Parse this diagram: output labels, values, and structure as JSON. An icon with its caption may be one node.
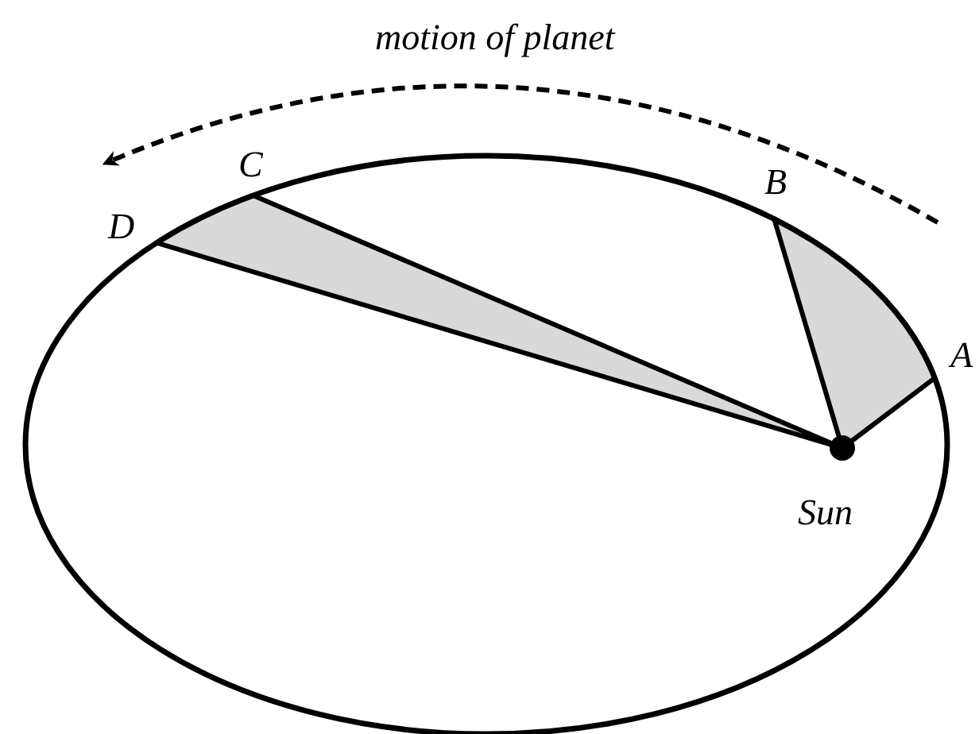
{
  "diagram": {
    "labels": [
      "motion of planet",
      "C",
      "B",
      "D",
      "A",
      "Sun"
    ]
  }
}
